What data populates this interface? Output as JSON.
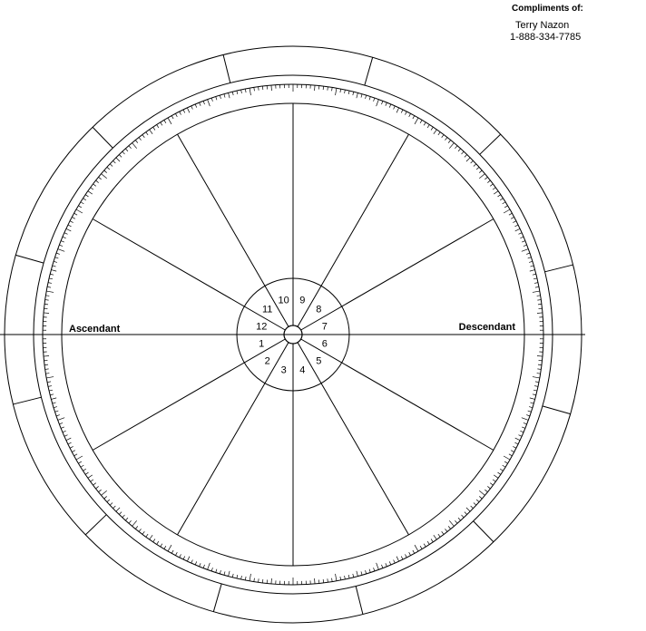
{
  "credits": {
    "compliments": "Compliments of:",
    "name": "Terry Nazon",
    "phone": "1-888-334-7785"
  },
  "wheel": {
    "ascendant_label": "Ascendant",
    "descendant_label": "Descendant",
    "house_numbers": [
      "1",
      "2",
      "3",
      "4",
      "5",
      "6",
      "7",
      "8",
      "9",
      "10",
      "11",
      "12"
    ],
    "house_count": 12,
    "zodiac_divisions": 12,
    "degree_ticks": 360
  },
  "colors": {
    "line": "#000000",
    "background": "#ffffff"
  }
}
